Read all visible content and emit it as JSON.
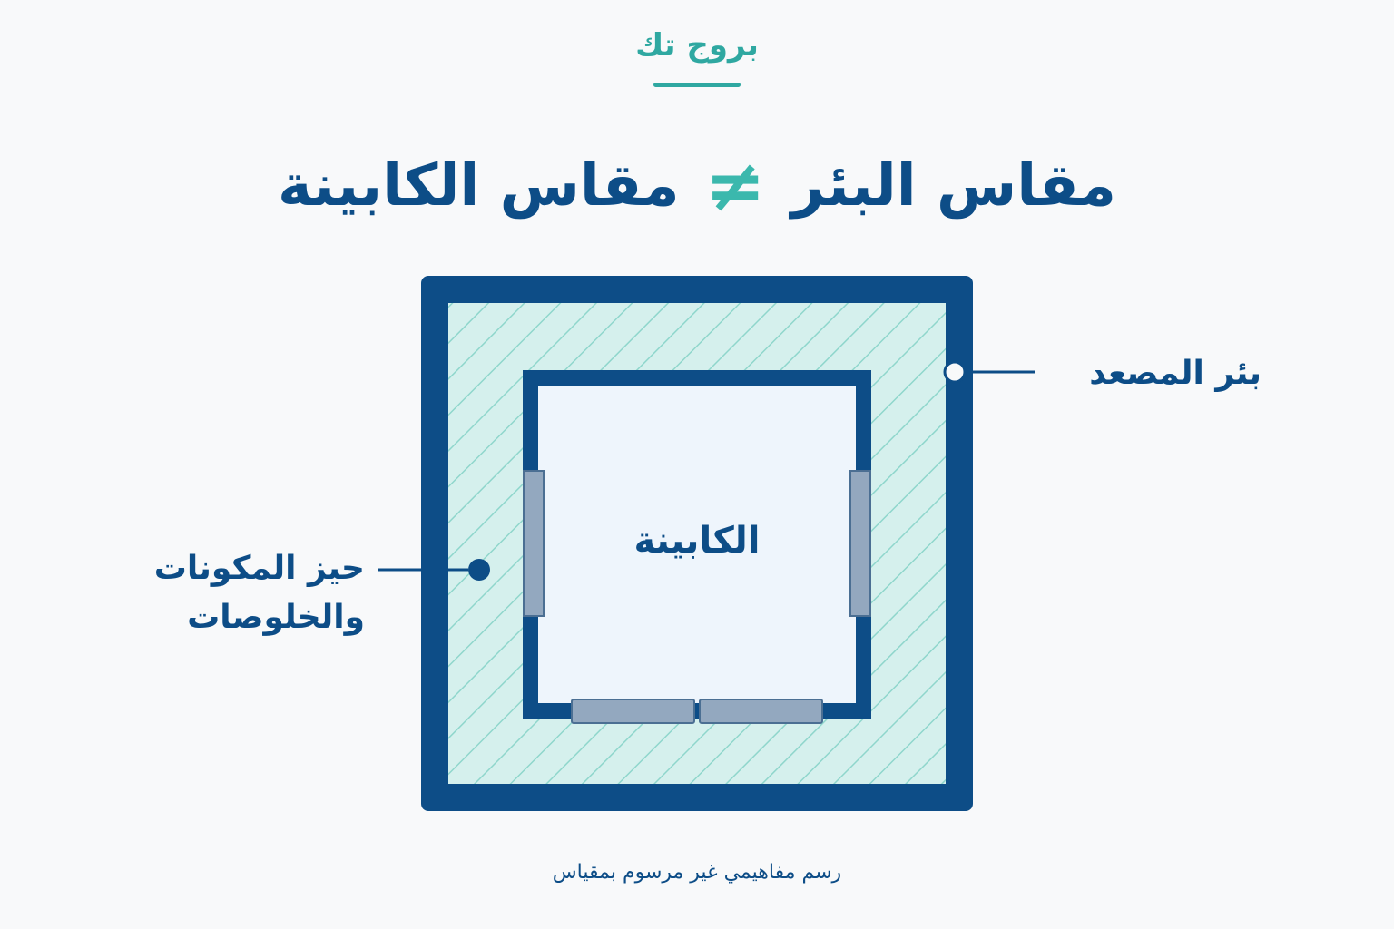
{
  "brand": {
    "name": "بروج تك"
  },
  "title": {
    "left_part": "مقاس البئر",
    "operator": "≠",
    "right_part": "مقاس الكابينة"
  },
  "diagram": {
    "shaft_label": "بئر المصعد",
    "space_label": "حيز المكونات والخلوصات",
    "cabin_label": "الكابينة"
  },
  "footnote": "رسم مفاهيمي غير مرسوم بمقياس",
  "colors": {
    "primary": "#0d4d87",
    "accent": "#3bb8ad",
    "brand": "#2fa8a1",
    "clearance_fill": "#d5f0ed",
    "hatch": "#8fd6cc",
    "cabin_fill": "#eef5fc",
    "door_fill": "#93a8bf",
    "door_stroke": "#4b6f93",
    "background": "#f8f9fa"
  }
}
